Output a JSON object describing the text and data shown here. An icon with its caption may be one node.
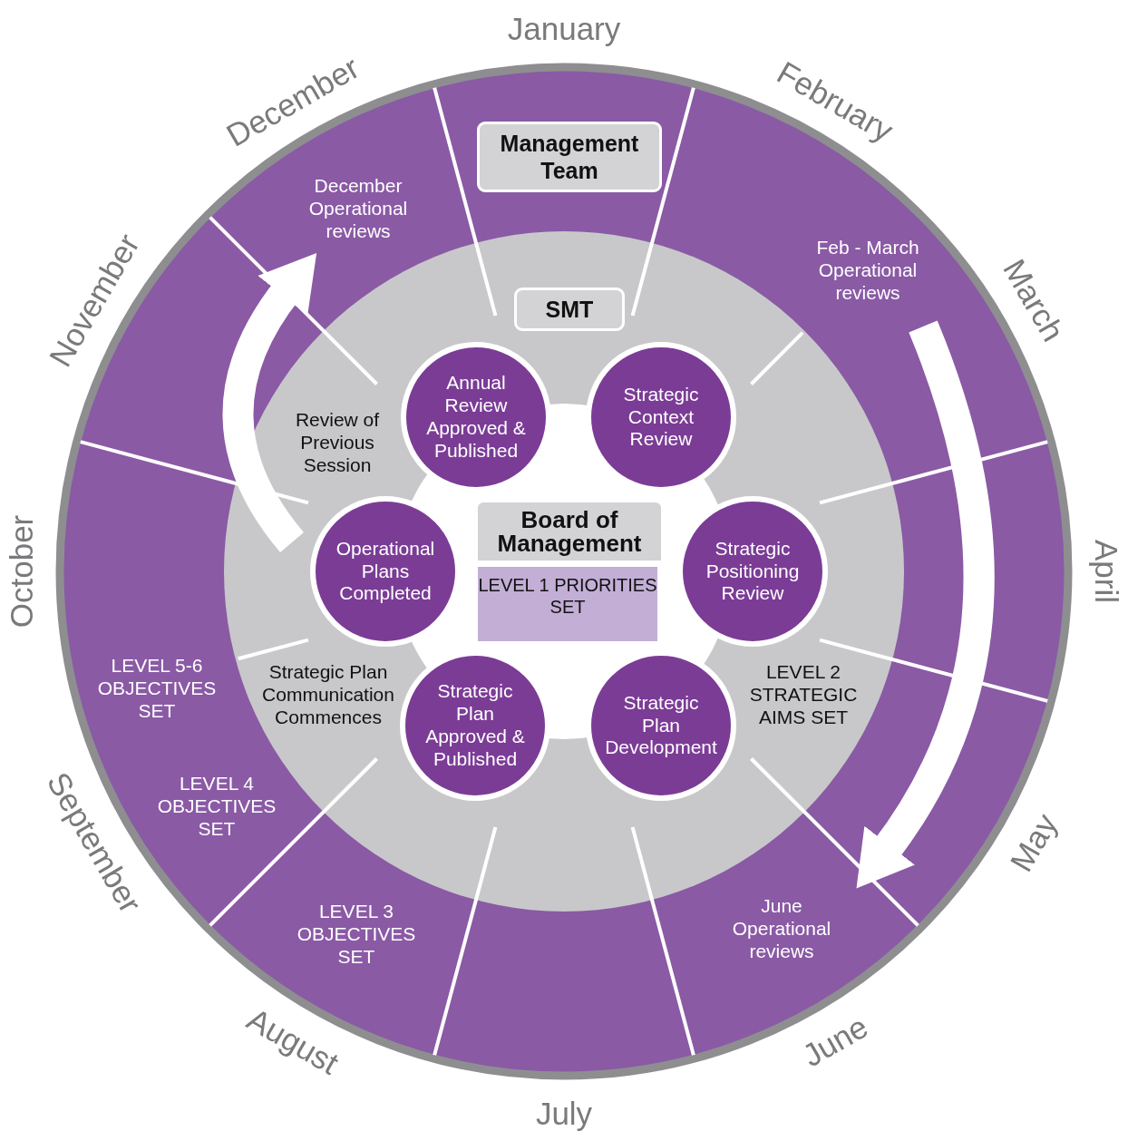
{
  "diagram": {
    "nodes": [
      {
        "text": [
          "Management Team"
        ]
      },
      {
        "text": [
          "SMT"
        ]
      },
      {
        "text": [
          "Board of Management"
        ]
      },
      {
        "text": [
          "LEVEL 1 PRIORITIES SET"
        ]
      },
      {
        "text": [
          "Annual Review Approved & Published"
        ]
      },
      {
        "text": [
          "Strategic Context Review"
        ]
      },
      {
        "text": [
          "Strategic Positioning Review"
        ]
      },
      {
        "text": [
          "Strategic Plan Development"
        ]
      },
      {
        "text": [
          "Strategic Plan Approved & Published"
        ]
      },
      {
        "text": [
          "Operational Plans Completed"
        ]
      }
    ],
    "edges": [],
    "labels": [
      "January",
      "February",
      "March",
      "April",
      "May",
      "June",
      "July",
      "August",
      "September",
      "October",
      "November",
      "December",
      "December Operational reviews",
      "Feb - March Operational reviews",
      "Review of Previous Session",
      "LEVEL 2 STRATEGIC AIMS SET",
      "Strategic Plan Communication Commences",
      "LEVEL 5-6 OBJECTIVES SET",
      "LEVEL 4 OBJECTIVES SET",
      "LEVEL 3 OBJECTIVES SET",
      "June Operational reviews"
    ]
  }
}
